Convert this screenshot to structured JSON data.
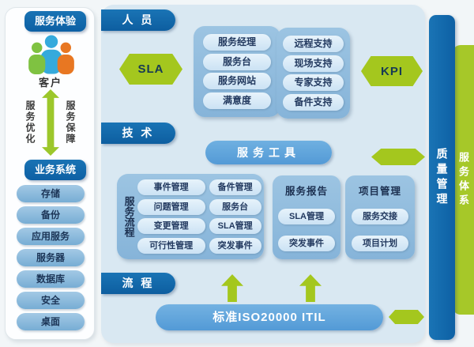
{
  "colors": {
    "dark_blue": "#0d60a4",
    "container_blue": "#8fbcdf",
    "pill_light_blue": "#d5e8f6",
    "bar_blue": "#5ea3dc",
    "green": "#a4c71e",
    "panel_bg": "#d9e8f2"
  },
  "left_panel": {
    "top_header": "服务体验",
    "customer_label": "客户",
    "arrow_left_label": "服务优化",
    "arrow_right_label": "服务保障",
    "bottom_header": "业务系统",
    "systems": [
      "存储",
      "备份",
      "应用服务",
      "服务器",
      "数据库",
      "安全",
      "桌面"
    ]
  },
  "main": {
    "tabs": {
      "personnel": "人 员",
      "technology": "技 术",
      "process": "流 程"
    },
    "sla_label": "SLA",
    "kpi_label": "KPI",
    "personnel_box1": [
      "服务经理",
      "服务台",
      "服务网站",
      "满意度"
    ],
    "personnel_box2": [
      "远程支持",
      "现场支持",
      "专家支持",
      "备件支持"
    ],
    "tools_header": "服务工具",
    "process_box": {
      "label": "服务流程",
      "col1": [
        "事件管理",
        "问题管理",
        "变更管理",
        "可行性管理"
      ],
      "col2": [
        "备件管理",
        "服务台",
        "SLA管理",
        "突发事件"
      ]
    },
    "report_box": {
      "title": "服务报告",
      "items": [
        "SLA管理",
        "突发事件"
      ]
    },
    "project_box": {
      "title": "项目管理",
      "items": [
        "服务交接",
        "项目计划"
      ]
    },
    "standard_bar": "标准ISO20000 ITIL"
  },
  "right": {
    "quality_bar": "质量管理",
    "system_bar": "服务体系"
  }
}
